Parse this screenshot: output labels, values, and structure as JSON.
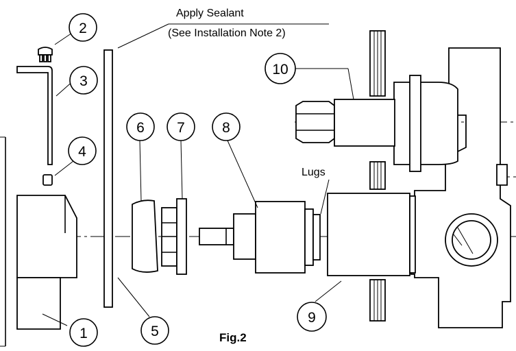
{
  "figure_label": "Fig.2",
  "notes": {
    "sealant_line1": "Apply Sealant",
    "sealant_line2": "(See Installation Note 2)",
    "lugs": "Lugs"
  },
  "callouts": [
    "1",
    "2",
    "3",
    "4",
    "5",
    "6",
    "7",
    "8",
    "9",
    "10"
  ]
}
